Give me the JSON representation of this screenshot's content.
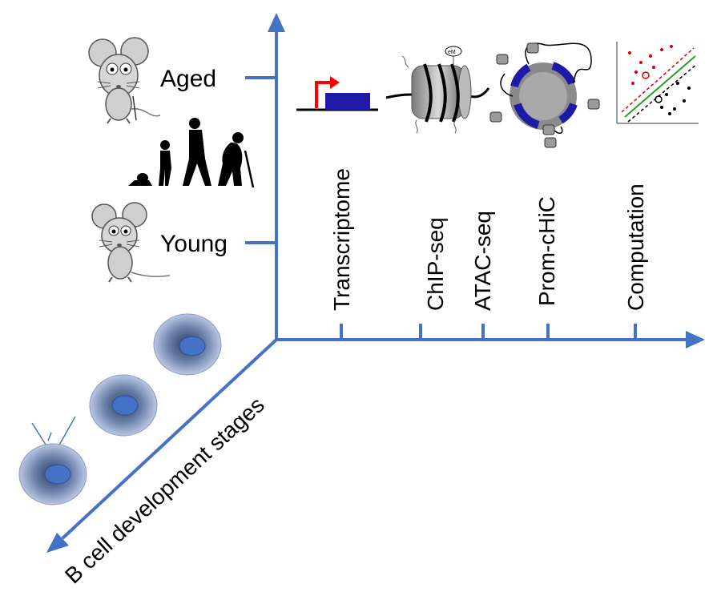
{
  "labels": {
    "aged": "Aged",
    "young": "Young",
    "b_cell_axis": "B cell development stages",
    "assays": [
      "Transcriptome",
      "ChIP-seq",
      "ATAC-seq",
      "Prom-cHiC",
      "Computation"
    ]
  },
  "icons": {
    "aged_mouse": "cartoon-mouse-icon",
    "young_mouse": "cartoon-mouse-icon",
    "aging_silhouettes": "human-aging-silhouettes-icon",
    "transcriptome": "gene-transcription-arrow-icon",
    "chip_seq": "nucleosome-histone-mark-icon",
    "prom_chic": "chromatin-loop-icon",
    "computation": "scatter-plot-classifier-icon",
    "cells": "b-cell-icon"
  },
  "colors": {
    "axis": "#4472C4",
    "nucleus": "#4472C4",
    "gene_box": "#1E1AA6",
    "tss_arrow": "#FF0000"
  }
}
